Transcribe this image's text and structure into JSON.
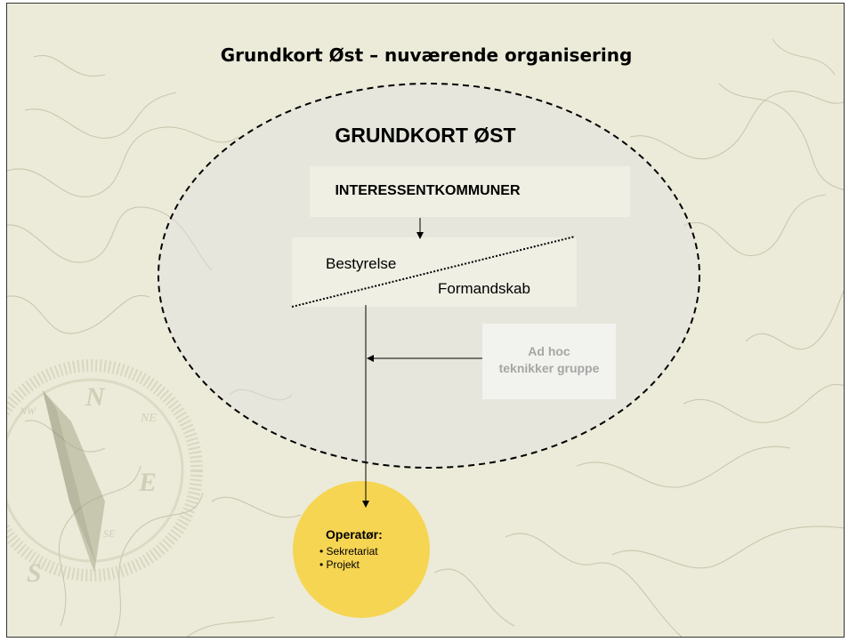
{
  "slide_title": "Grundkort Øst – nuværende organisering",
  "diagram": {
    "org_title": "GRUNDKORT ØST",
    "top_node": "INTERESSENTKOMMUNER",
    "board_left": "Bestyrelse",
    "board_right": "Formandskab",
    "adhoc_line1": "Ad hoc",
    "adhoc_line2": "teknikker gruppe",
    "operator_title": "Operatør:",
    "operator_items": [
      "Sekretariat",
      "Projekt"
    ]
  },
  "background": {
    "decoration": "compass-topographic-map",
    "compass_letters": [
      "N",
      "NE",
      "E",
      "S",
      "SE",
      "NW"
    ]
  },
  "colors": {
    "background": "#ecebd9",
    "ellipse_fill": "#dfe0e0",
    "operator_fill": "#f7d44c",
    "adhoc_text": "#a6a6a6"
  }
}
